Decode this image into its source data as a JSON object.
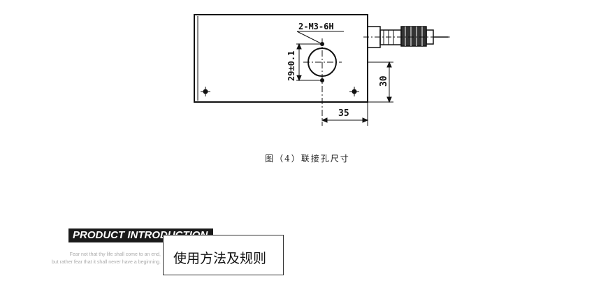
{
  "diagram": {
    "hole_spec_label": "2-M3-6H",
    "dim_vertical_spacing": "29±0.1",
    "dim_height": "30",
    "dim_width": "35",
    "caption": "图（4）联接孔尺寸"
  },
  "section": {
    "banner": "PRODUCT INTRODUCTION",
    "motto_line1": "Fear not that thy life shall come to an end,",
    "motto_line2": "but rather fear that it shall never have a beginning.",
    "title": "使用方法及规则"
  }
}
